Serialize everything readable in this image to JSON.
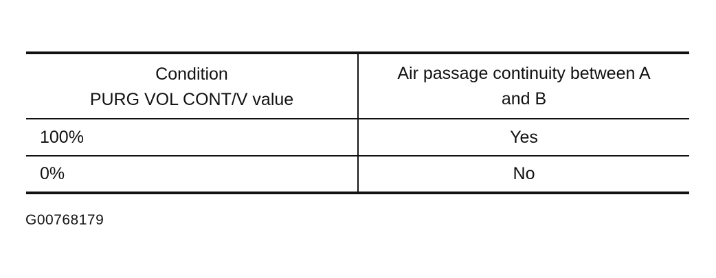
{
  "table": {
    "headers": [
      "Condition\nPURG VOL CONT/V value",
      "Air passage continuity between A\nand B"
    ],
    "rows": [
      {
        "condition": "100%",
        "continuity": "Yes"
      },
      {
        "condition": "0%",
        "continuity": "No"
      }
    ]
  },
  "figure_id": "G00768179"
}
